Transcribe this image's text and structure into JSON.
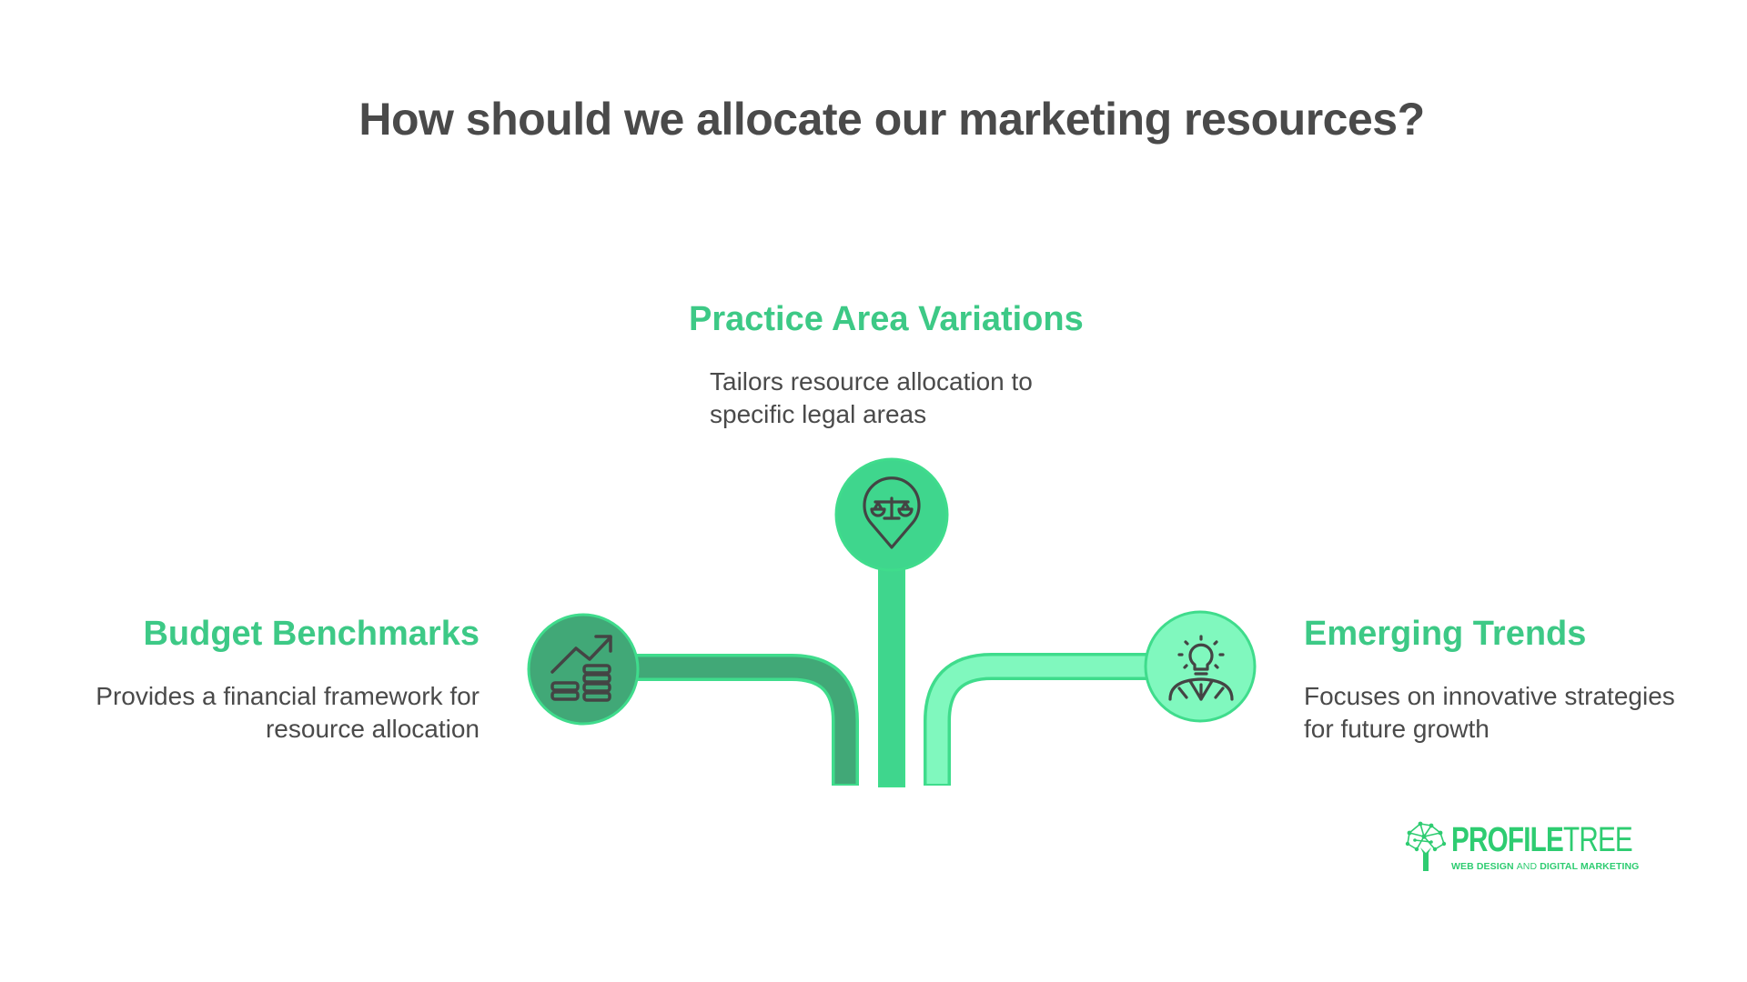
{
  "title": "How should we allocate our marketing resources?",
  "colors": {
    "heading_green": "#3dc986",
    "text_dark": "#4a4a4a",
    "left_fill": "#41a877",
    "center_fill": "#3fd68d",
    "right_fill": "#80f8be",
    "border_green": "#3fdc8c",
    "icon_stroke": "#444444",
    "logo_green": "#2ecc71"
  },
  "branches": [
    {
      "id": "left",
      "heading": "Budget Benchmarks",
      "description_lines": [
        "Provides a financial framework for",
        "resource allocation"
      ],
      "icon": "growth-chart-coins-icon"
    },
    {
      "id": "center",
      "heading": "Practice Area Variations",
      "description_lines": [
        "Tailors resource allocation to",
        "specific legal areas"
      ],
      "icon": "scales-of-justice-pin-icon"
    },
    {
      "id": "right",
      "heading": "Emerging Trends",
      "description_lines": [
        "Focuses on innovative strategies",
        "for future growth"
      ],
      "icon": "lightbulb-person-icon"
    }
  ],
  "logo": {
    "word_bold": "PROFILE",
    "word_light": "TREE",
    "tagline_part1": "WEB DESIGN ",
    "tagline_part2": "AND",
    "tagline_part3": " DIGITAL MARKETING",
    "icon": "tree-network-icon"
  }
}
